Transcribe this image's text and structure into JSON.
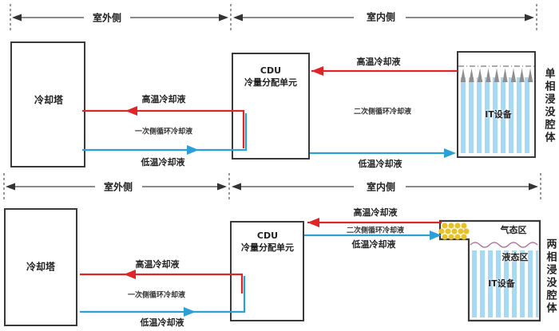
{
  "colors": {
    "hot_coolant": "#e02428",
    "cold_coolant": "#2b9fd8",
    "immersion_liquid": "#a6d9f4",
    "condenser_dots": "#e7c32a",
    "liquid_surface_wave": "#b5749e",
    "box_border": "#3a3a3a"
  },
  "headers": {
    "outdoor_label": "室外侧",
    "indoor_label": "室内侧"
  },
  "single_phase": {
    "cooling_tower_label": "冷却塔",
    "cdu_title": "CDU",
    "cdu_subtitle": "冷量分配单元",
    "hot_coolant_outdoor": "高温冷却液",
    "primary_loop_label": "一次侧循环冷却液",
    "cold_coolant_outdoor": "低温冷却液",
    "hot_coolant_indoor": "高温冷却液",
    "secondary_loop_label": "二次侧循环冷却液",
    "cold_coolant_indoor": "低温冷却液",
    "it_equipment_label": "IT设备",
    "chamber_title": "单相浸没腔体"
  },
  "two_phase": {
    "cooling_tower_label": "冷却塔",
    "cdu_title": "CDU",
    "cdu_subtitle": "冷量分配单元",
    "hot_coolant_outdoor": "高温冷却液",
    "primary_loop_label": "一次侧循环冷却液",
    "cold_coolant_outdoor": "低温冷却液",
    "hot_coolant_indoor": "高温冷却液",
    "secondary_loop_label": "二次侧循环冷却液",
    "cold_coolant_indoor": "低温冷却液",
    "gas_zone_label": "气态区",
    "liquid_zone_label": "液态区",
    "it_equipment_label": "IT设备",
    "chamber_title": "两相浸没腔体"
  }
}
